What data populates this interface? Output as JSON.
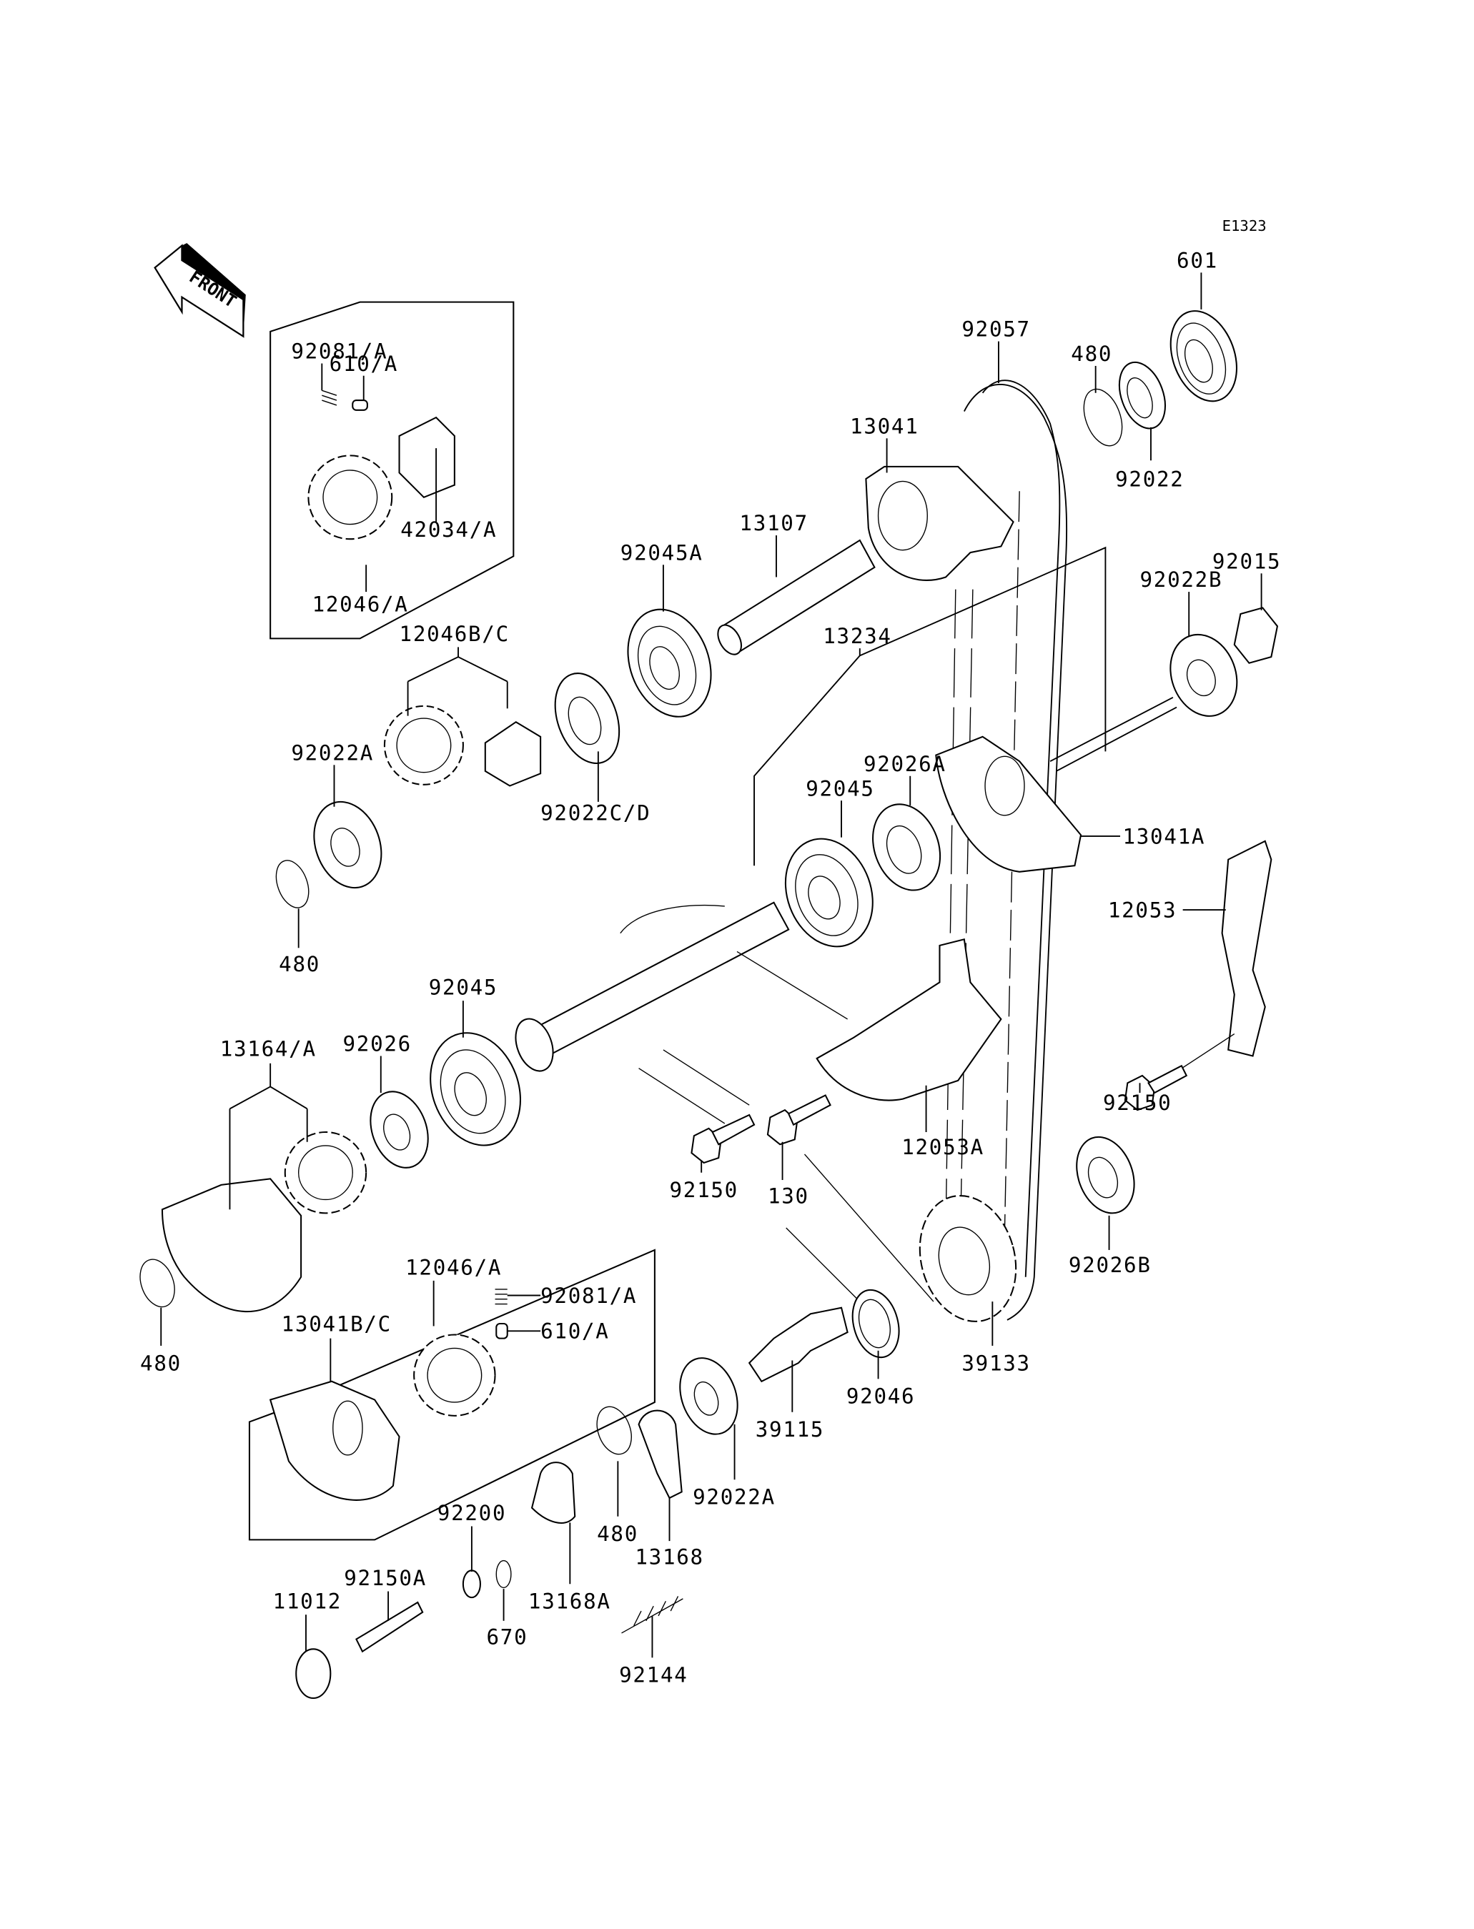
{
  "diagram": {
    "code": "E1323",
    "front_arrow": "FRONT",
    "inset_boxes": [
      "upper-left inset",
      "lower-left inset"
    ],
    "labels": [
      {
        "id": "l-601",
        "text": "601"
      },
      {
        "id": "l-480a",
        "text": "480"
      },
      {
        "id": "l-92057",
        "text": "92057"
      },
      {
        "id": "l-92022",
        "text": "92022"
      },
      {
        "id": "l-13041",
        "text": "13041"
      },
      {
        "id": "l-13107",
        "text": "13107"
      },
      {
        "id": "l-92045A",
        "text": "92045A"
      },
      {
        "id": "l-92015",
        "text": "92015"
      },
      {
        "id": "l-92022B",
        "text": "92022B"
      },
      {
        "id": "l-13234",
        "text": "13234"
      },
      {
        "id": "l-92081A-top",
        "text": "92081/A"
      },
      {
        "id": "l-610A-top",
        "text": "610/A"
      },
      {
        "id": "l-42034A",
        "text": "42034/A"
      },
      {
        "id": "l-12046A-top",
        "text": "12046/A"
      },
      {
        "id": "l-12046BC",
        "text": "12046B/C"
      },
      {
        "id": "l-92022A-top",
        "text": "92022A"
      },
      {
        "id": "l-92022CD",
        "text": "92022C/D"
      },
      {
        "id": "l-480b",
        "text": "480"
      },
      {
        "id": "l-92045",
        "text": "92045"
      },
      {
        "id": "l-92026A",
        "text": "92026A"
      },
      {
        "id": "l-13041A",
        "text": "13041A"
      },
      {
        "id": "l-12053",
        "text": "12053"
      },
      {
        "id": "l-92045b",
        "text": "92045"
      },
      {
        "id": "l-92026",
        "text": "92026"
      },
      {
        "id": "l-13164A",
        "text": "13164/A"
      },
      {
        "id": "l-92150-right",
        "text": "92150"
      },
      {
        "id": "l-12053A",
        "text": "12053A"
      },
      {
        "id": "l-92150-mid",
        "text": "92150"
      },
      {
        "id": "l-130",
        "text": "130"
      },
      {
        "id": "l-92026B",
        "text": "92026B"
      },
      {
        "id": "l-480c",
        "text": "480"
      },
      {
        "id": "l-12046A-bot",
        "text": "12046/A"
      },
      {
        "id": "l-92081A-bot",
        "text": "92081/A"
      },
      {
        "id": "l-610A-bot",
        "text": "610/A"
      },
      {
        "id": "l-13041BC",
        "text": "13041B/C"
      },
      {
        "id": "l-39133",
        "text": "39133"
      },
      {
        "id": "l-92046",
        "text": "92046"
      },
      {
        "id": "l-39115",
        "text": "39115"
      },
      {
        "id": "l-92022A-bot",
        "text": "92022A"
      },
      {
        "id": "l-480d",
        "text": "480"
      },
      {
        "id": "l-13168",
        "text": "13168"
      },
      {
        "id": "l-92200",
        "text": "92200"
      },
      {
        "id": "l-13168A",
        "text": "13168A"
      },
      {
        "id": "l-92150A",
        "text": "92150A"
      },
      {
        "id": "l-11012",
        "text": "11012"
      },
      {
        "id": "l-670",
        "text": "670"
      },
      {
        "id": "l-92144",
        "text": "92144"
      }
    ]
  }
}
